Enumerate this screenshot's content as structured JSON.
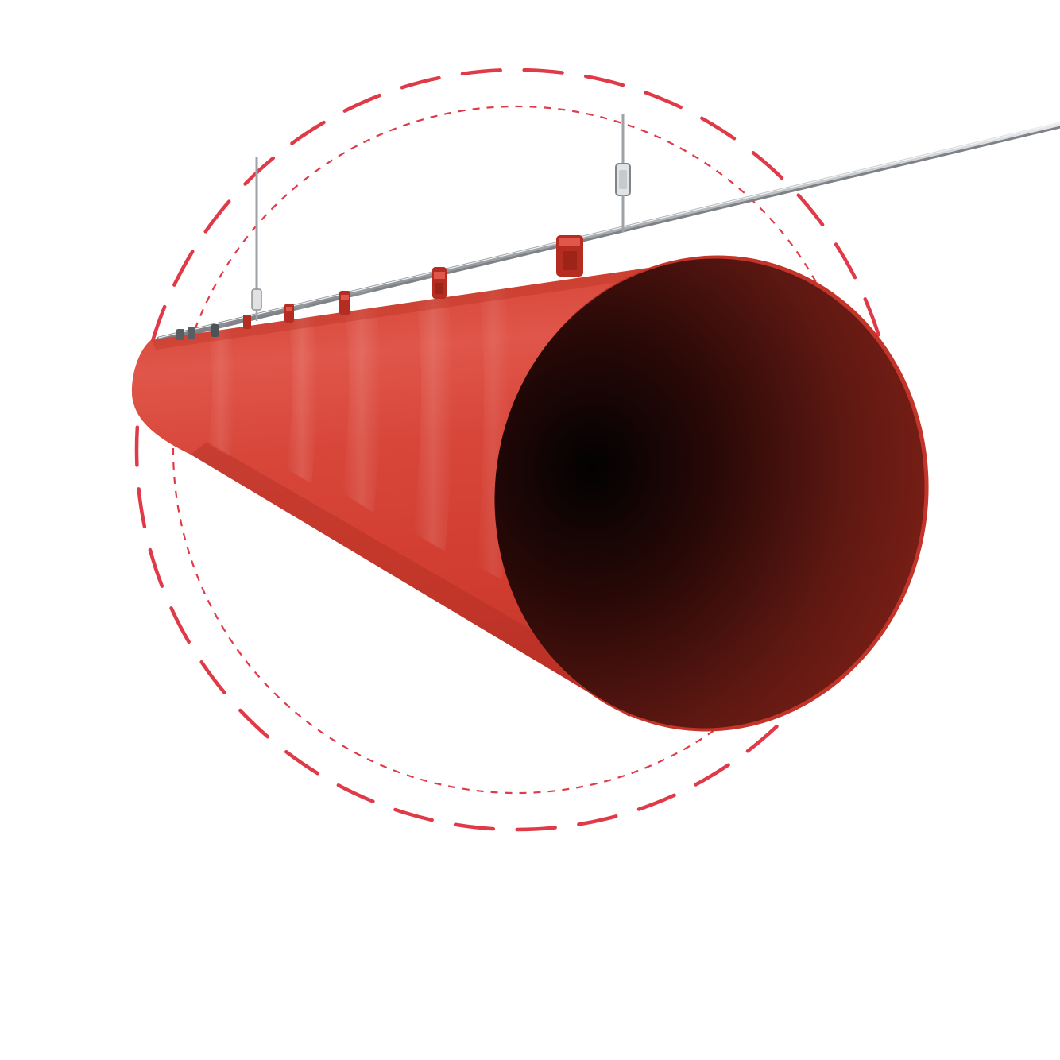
{
  "colors": {
    "background": "#ffffff",
    "duct_red": "#d63a2c",
    "duct_highlight": "#e8655a",
    "duct_shadow": "#b52c21",
    "opening_dark": "#050304",
    "opening_rim": "#7a1c14",
    "dashed_ring": "#e03a48",
    "cable": "#b9bcc0",
    "hanger": "#9ea3a8"
  },
  "scene": {
    "subject": "textile-duct",
    "rings": [
      "outer-dashed-ring",
      "inner-dashed-ring"
    ],
    "clip_count": 8,
    "hanger_count": 2
  }
}
